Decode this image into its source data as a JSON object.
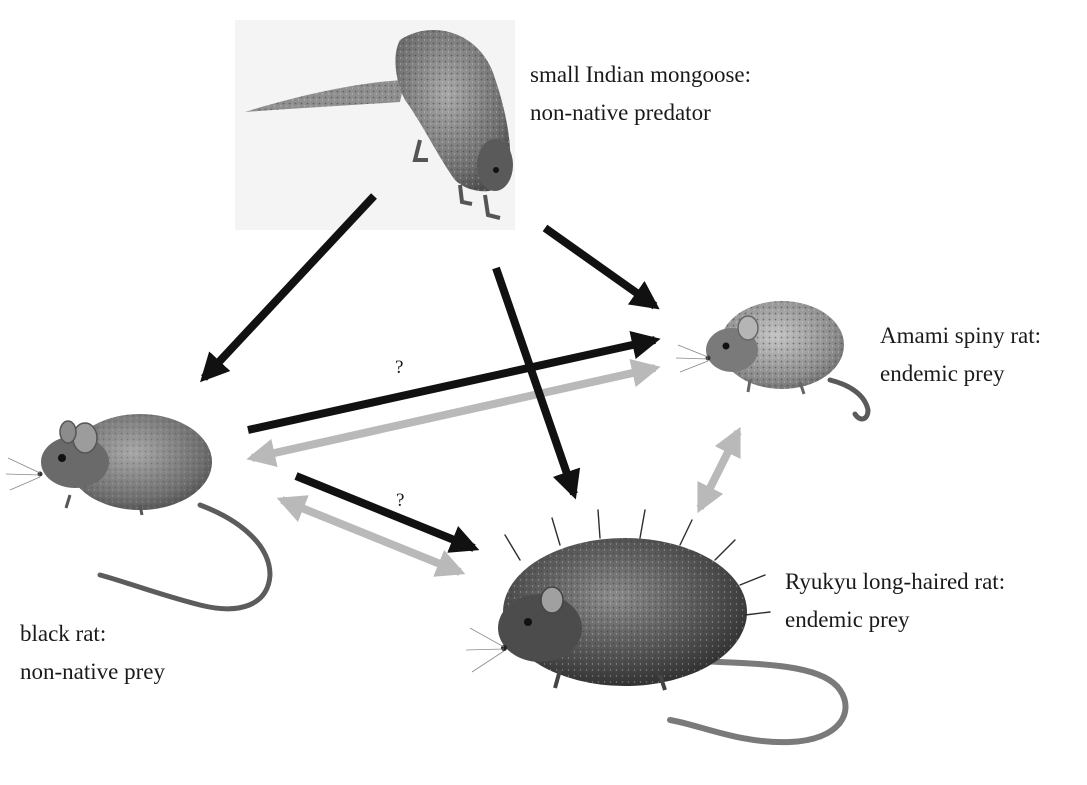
{
  "species": {
    "mongoose": {
      "icon": "mongoose-illustration",
      "name_line": "small Indian mongoose:",
      "role_line": "non-native predator"
    },
    "spiny_rat": {
      "icon": "amami-spiny-rat-illustration",
      "name_line": "Amami spiny rat:",
      "role_line": "endemic prey"
    },
    "black_rat": {
      "icon": "black-rat-illustration",
      "name_line": "black rat:",
      "role_line": "non-native prey"
    },
    "long_haired_rat": {
      "icon": "ryukyu-long-haired-rat-illustration",
      "name_line": "Ryukyu long-haired rat:",
      "role_line": "endemic prey"
    }
  },
  "uncertain_marks": {
    "black_to_spiny": "?",
    "black_to_longhaired": "?"
  },
  "arrow_colors": {
    "predation": "#111111",
    "competition": "#b9b9b9"
  }
}
